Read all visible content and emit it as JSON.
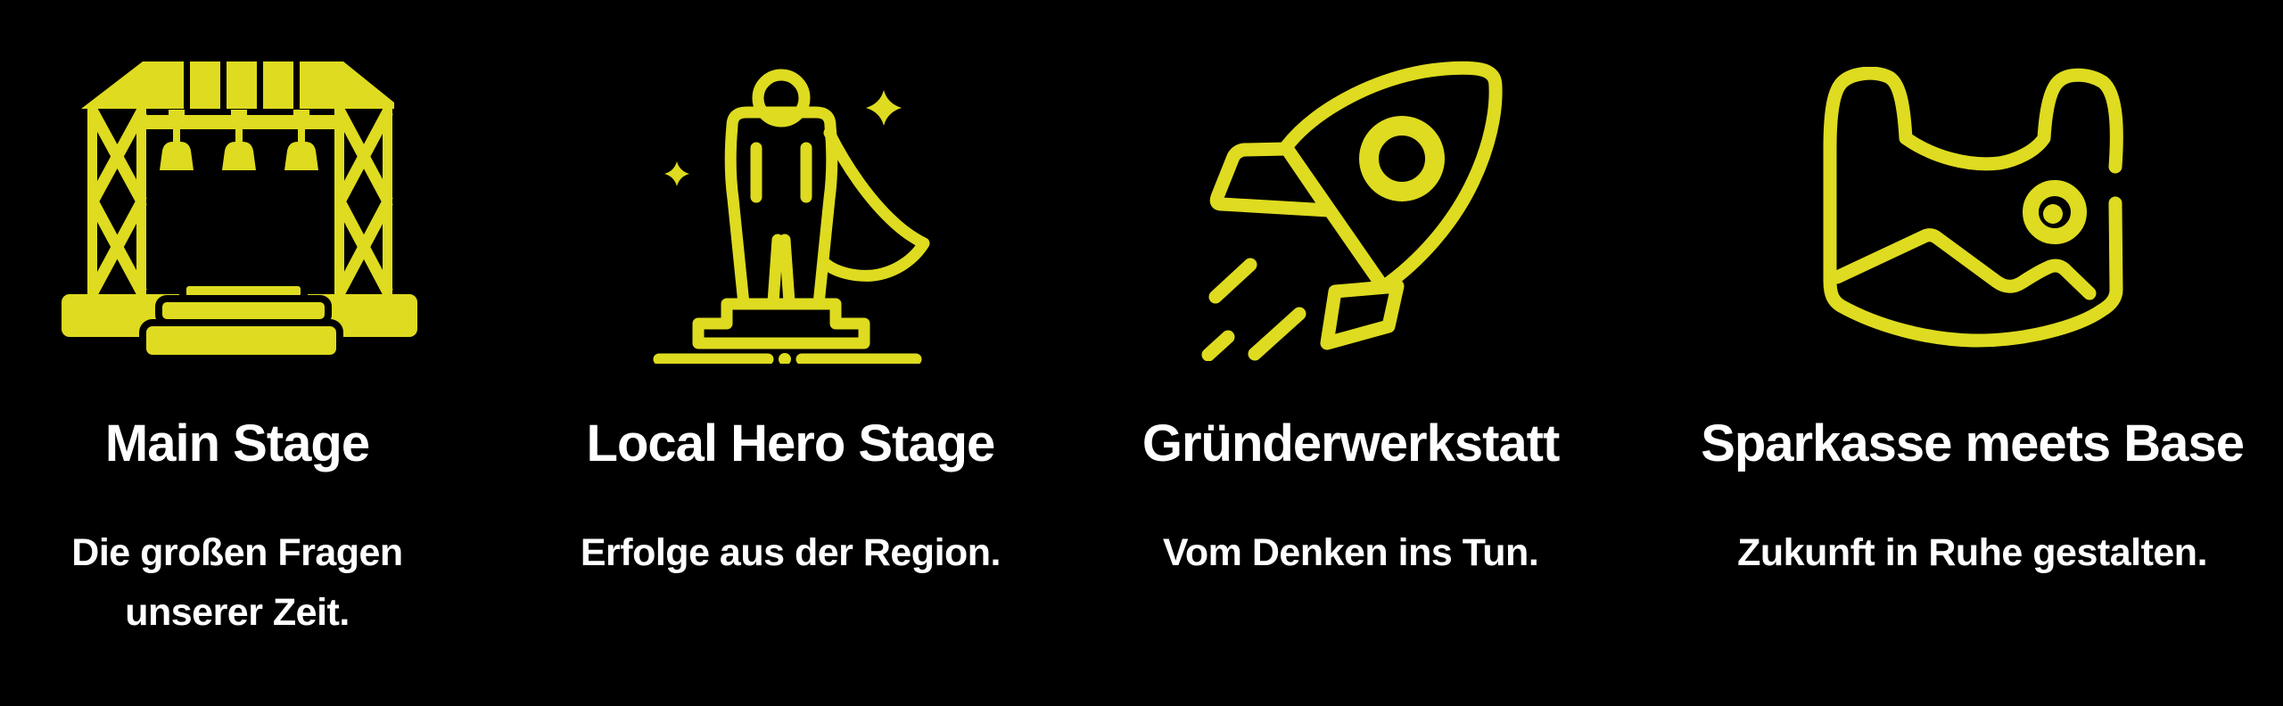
{
  "theme": {
    "background": "#000000",
    "accent": "#dedb20",
    "text": "#ffffff"
  },
  "sections": {
    "stages_overview": {
      "columns": [
        {
          "icon": "stage-icon",
          "title": "Main Stage",
          "subtitle": "Die großen Fragen unserer Zeit."
        },
        {
          "icon": "hero-statue-icon",
          "title": "Local Hero Stage",
          "subtitle": "Erfolge aus der Region."
        },
        {
          "icon": "rocket-icon",
          "title": "Gründerwerkstatt",
          "subtitle": "Vom Denken ins Tun."
        },
        {
          "icon": "panorama-icon",
          "title": "Sparkasse meets Base",
          "subtitle": "Zukunft in Ruhe gestalten."
        }
      ]
    }
  }
}
